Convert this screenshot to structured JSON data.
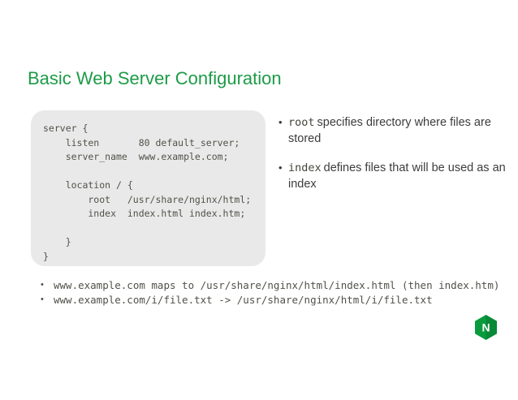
{
  "slide": {
    "title": "Basic Web Server Configuration",
    "bullet_char": "•",
    "code_block": {
      "code": "server {\n    listen       80 default_server;\n    server_name  www.example.com;\n\n    location / {\n        root   /usr/share/nginx/html;\n        index  index.html index.htm;\n\n    }\n}"
    },
    "bullets_right": [
      {
        "term": "root",
        "text": "specifies directory where files are stored"
      },
      {
        "term": "index",
        "text": "defines files that will be used as an index"
      }
    ],
    "bullets_bottom": [
      "www.example.com maps to /usr/share/nginx/html/index.html (then index.htm)",
      "www.example.com/i/file.txt -> /usr/share/nginx/html/i/file.txt"
    ],
    "logo": {
      "letter": "N",
      "green": "#099b3e",
      "green_dark": "#077a30"
    },
    "colors": {
      "title_green": "#1d9b48",
      "code_text": "#51514a",
      "body_text": "#3c3c3c",
      "code_bg": "#e9e9e9"
    }
  }
}
